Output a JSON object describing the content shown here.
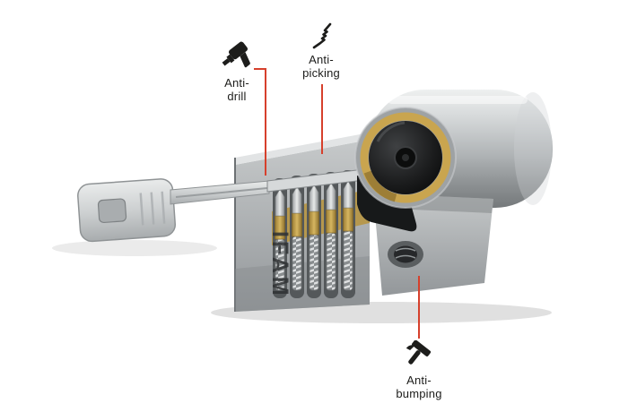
{
  "callouts": {
    "anti_drill": {
      "line1": "Anti-",
      "line2": "drill",
      "icon": "drill-icon"
    },
    "anti_picking": {
      "line1": "Anti-",
      "line2": "picking",
      "icon": "pick-icon"
    },
    "anti_bumping": {
      "line1": "Anti-",
      "line2": "bumping",
      "icon": "hammer-icon"
    }
  },
  "lock": {
    "brand": "IFAM"
  },
  "colors": {
    "leader_line": "#d6402c",
    "label_text": "#1d1d1b",
    "brass": "#c9a54f",
    "steel_light": "#e9ebeb",
    "steel_dark": "#75797b",
    "rotor_black": "#141414",
    "background": "#ffffff"
  }
}
